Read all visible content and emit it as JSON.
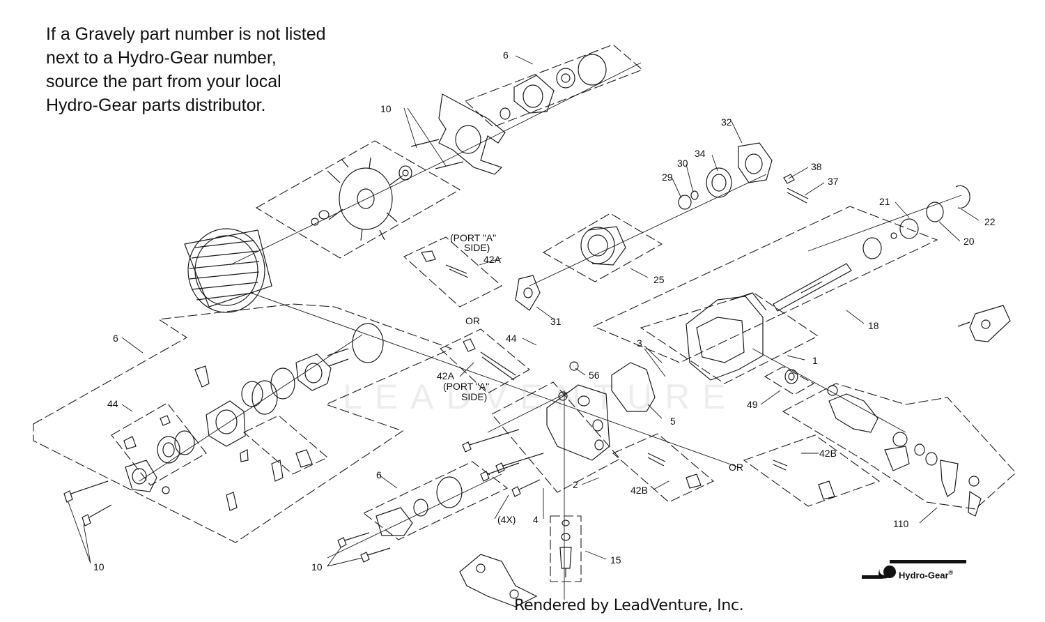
{
  "note_lines": [
    "If a Gravely part number is not listed",
    "next to a Hydro-Gear number,",
    "source the part from your local",
    "Hydro-Gear parts distributor."
  ],
  "footer": "Rendered by LeadVenture, Inc.",
  "brand": {
    "name": "Hydro-Gear",
    "mark": "®"
  },
  "watermark": "LEADVENTURE",
  "callouts": {
    "c6a": "6",
    "c10a": "10",
    "c32": "32",
    "c34": "34",
    "c30": "30",
    "c29": "29",
    "c38": "38",
    "c37": "37",
    "c21": "21",
    "c22": "22",
    "c20": "20",
    "port_a1": "(PORT \"A\"",
    "side1": "SIDE)",
    "c42a1": "42A",
    "c25": "25",
    "c31": "31",
    "or1": "OR",
    "c18": "18",
    "c3": "3",
    "c1": "1",
    "c6b": "6",
    "c44a": "44",
    "c56": "56",
    "c42a2": "42A",
    "port_a2": "(PORT \"A\"",
    "side2": "SIDE)",
    "c5": "5",
    "c49": "49",
    "c44b": "44",
    "c42b1": "42B",
    "or2": "OR",
    "c2": "2",
    "c42b2": "42B",
    "c6c": "6",
    "c4x": "(4X)",
    "c4": "4",
    "c110": "110",
    "c15": "15",
    "c10b": "10",
    "c10c": "10"
  },
  "colors": {
    "line": "#1a1a1a",
    "watermark": "#e6e6e6"
  }
}
